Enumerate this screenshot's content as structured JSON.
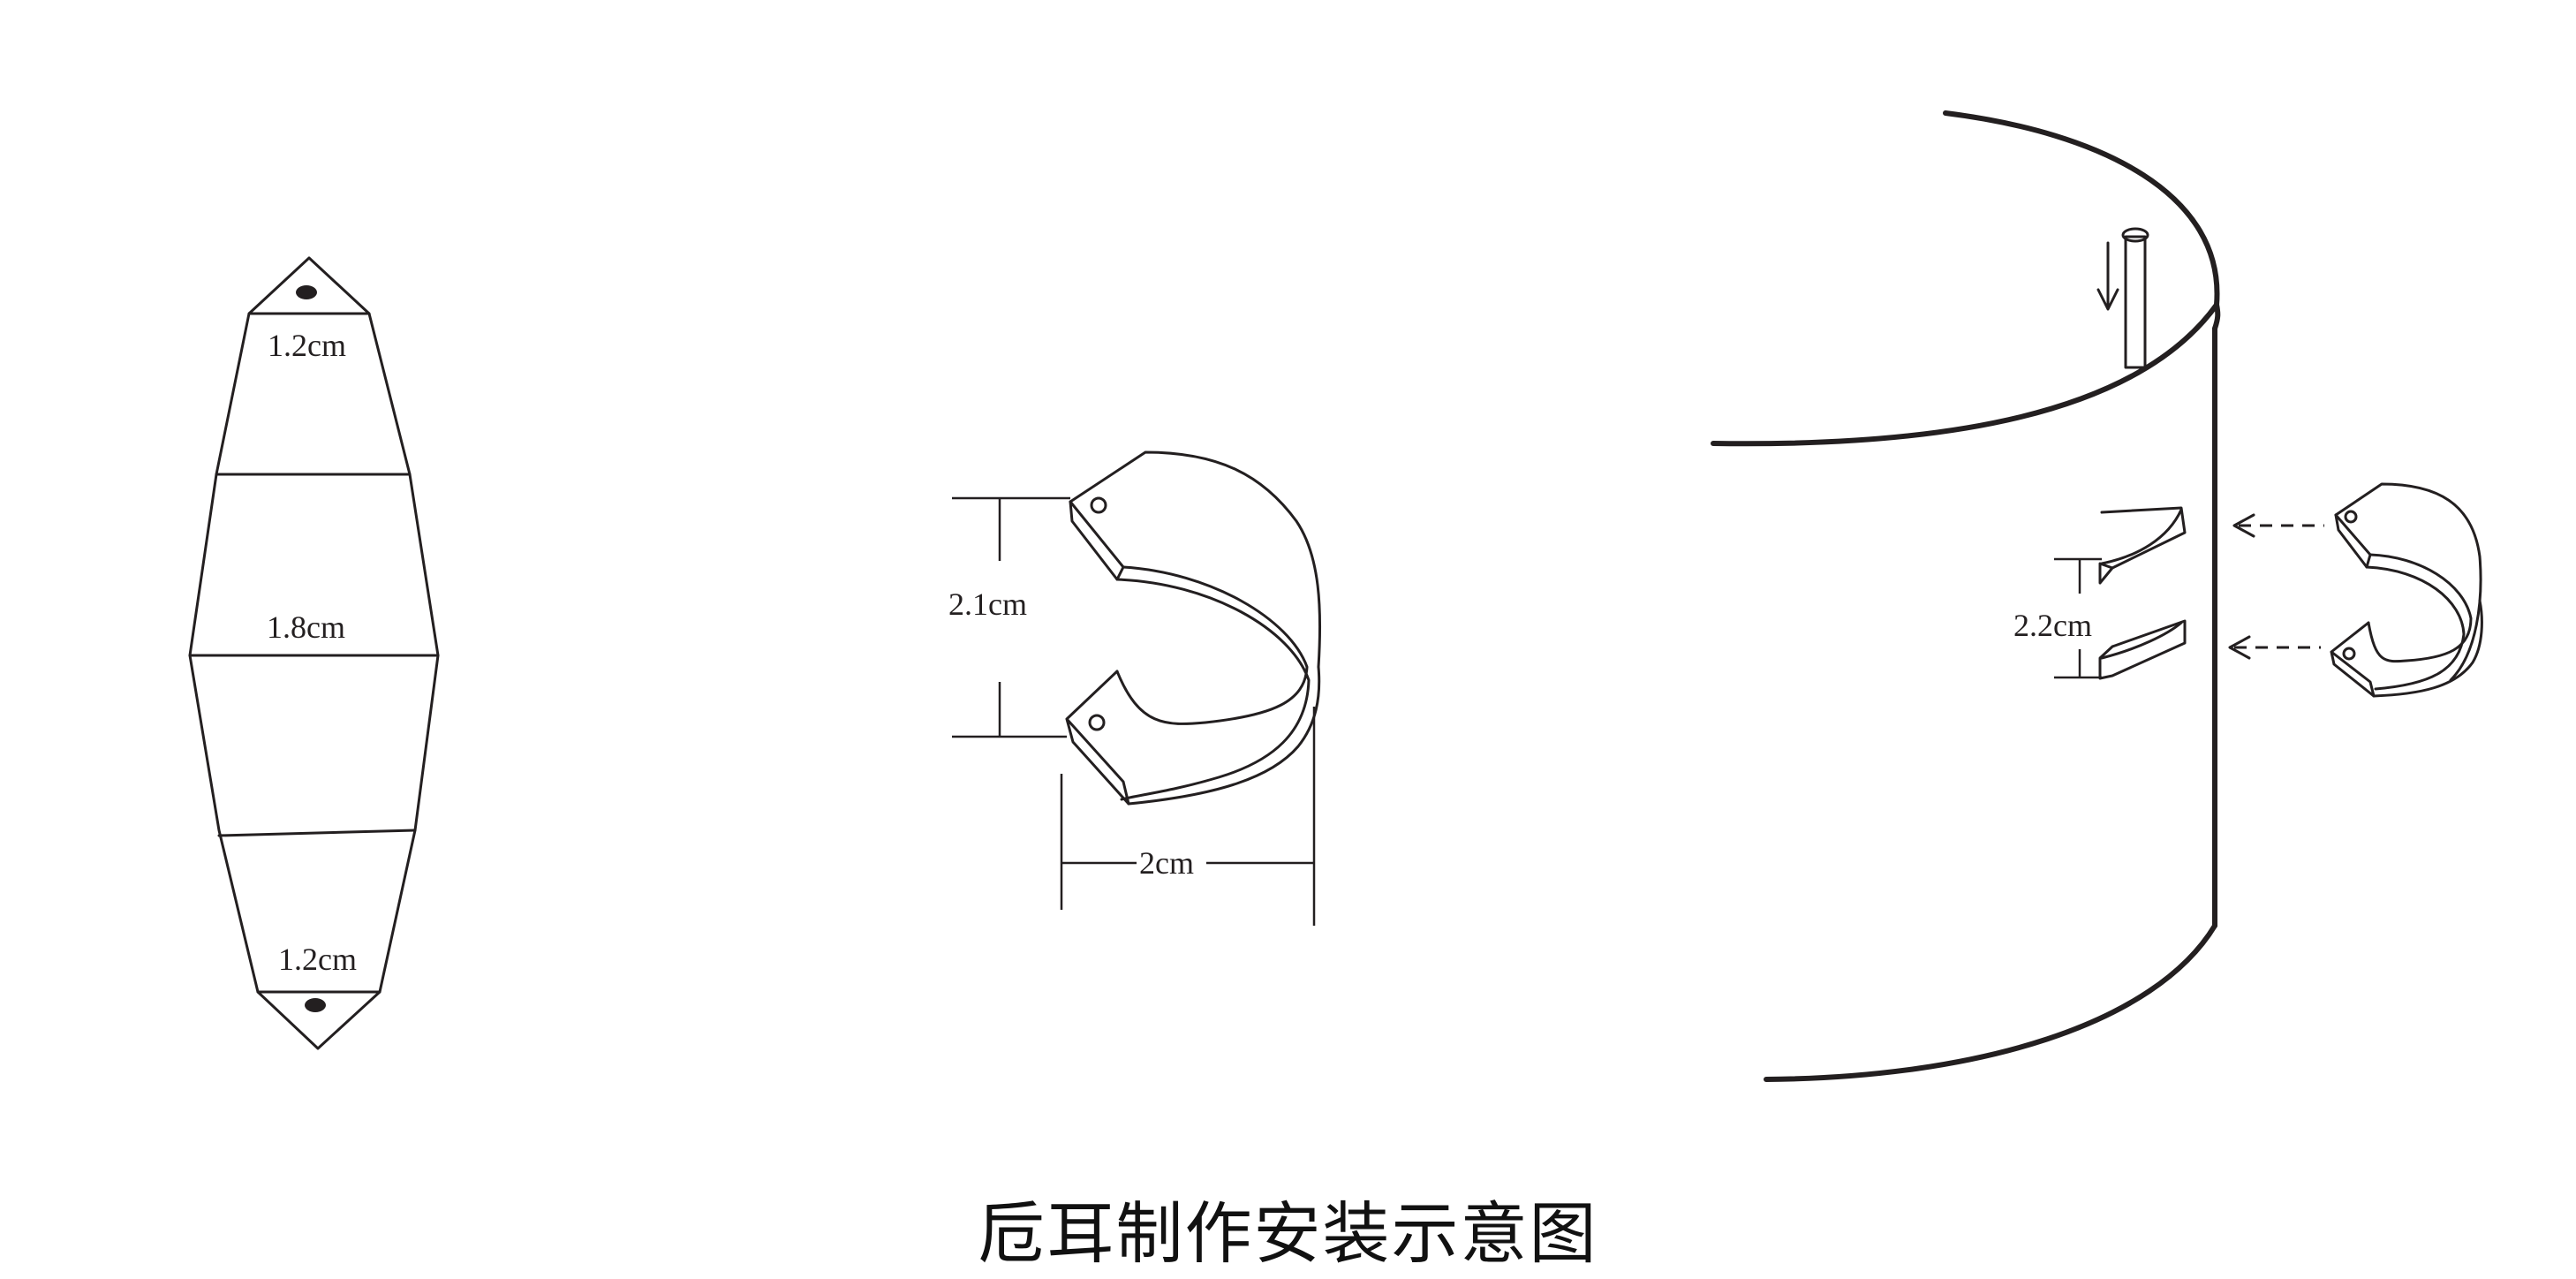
{
  "caption": "卮耳制作安装示意图",
  "panel_pattern": {
    "top_width_label": "1.2cm",
    "middle_width_label": "1.8cm",
    "bottom_width_label": "1.2cm"
  },
  "panel_handle": {
    "height_label": "2.1cm",
    "width_label": "2cm"
  },
  "panel_install": {
    "spacing_label": "2.2cm"
  }
}
